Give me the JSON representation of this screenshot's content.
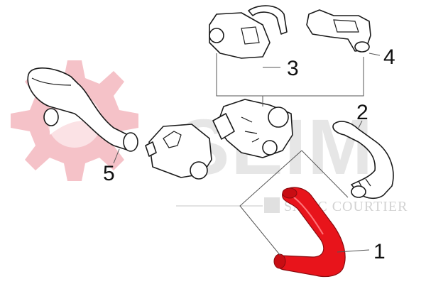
{
  "colors": {
    "highlight": "#e8141b",
    "logo_gear": "#f5c2c8",
    "watermark": "#e6e6e6",
    "line": "#1a1a1a"
  },
  "watermark": {
    "brand": "SEIM",
    "subtitle": "SASIC  COURTIER"
  },
  "callouts": [
    {
      "label": "1",
      "part": "highlighted-turbo-hose"
    },
    {
      "label": "2",
      "part": "intercooler-hose"
    },
    {
      "label": "3",
      "part": "egr-valve-pair"
    },
    {
      "label": "4",
      "part": "egr-valve-pair"
    },
    {
      "label": "5",
      "part": "air-intake-hose"
    }
  ]
}
